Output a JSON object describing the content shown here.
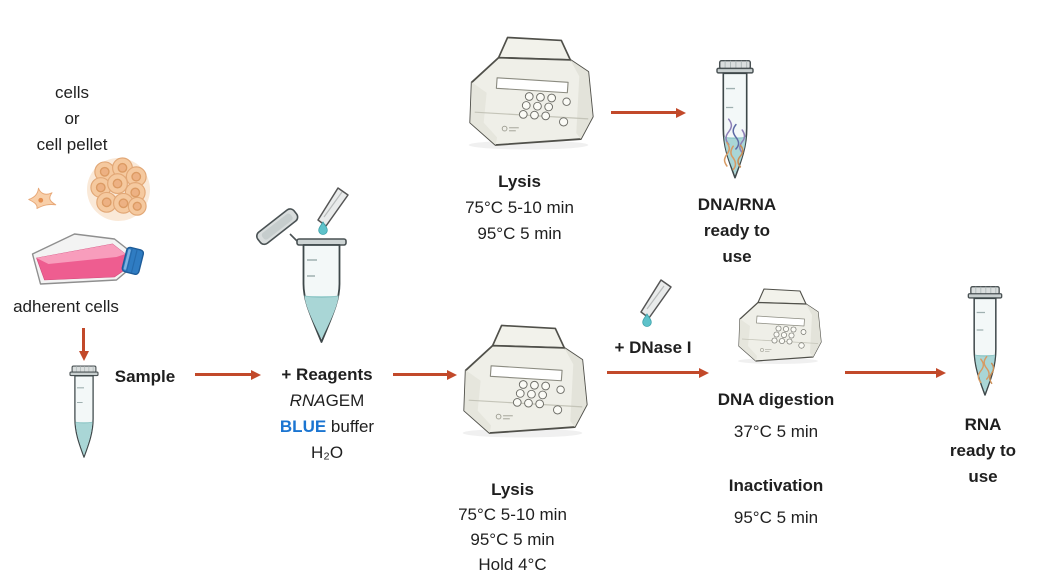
{
  "diagram": {
    "cells_label": {
      "line1": "cells",
      "line2": "or",
      "line3": "cell pellet"
    },
    "adherent_label": "adherent cells",
    "sample_label": "Sample",
    "reagents": {
      "title": "+ Reagents",
      "product_italic": "RNA",
      "product_rest": "GEM",
      "buffer_highlight": "BLUE",
      "buffer_rest": " buffer",
      "water": "H₂O"
    },
    "lysis_top": {
      "title": "Lysis",
      "step1": "75°C 5-10 min",
      "step2": "95°C 5 min"
    },
    "dna_rna_ready": {
      "line1": "DNA/RNA",
      "line2": "ready to",
      "line3": "use"
    },
    "lysis_bottom": {
      "title": "Lysis",
      "step1": "75°C 5-10 min",
      "step2": "95°C 5 min",
      "step3": "Hold 4°C"
    },
    "dnase_label": "+ DNase I",
    "digestion": {
      "title": "DNA digestion",
      "step": "37°C 5 min"
    },
    "inactivation": {
      "title": "Inactivation",
      "step": "95°C 5 min"
    },
    "rna_ready": {
      "line1": "RNA",
      "line2": "ready to",
      "line3": "use"
    }
  },
  "colors": {
    "arrow": "#c2492a",
    "highlight_blue": "#1b75d1",
    "text": "#1f1f1f",
    "tube_liquid": "#a9d6d6",
    "media_pink": "#ee5d90",
    "flask_cap_blue": "#2f7cc2",
    "machine_body": "#efefe8",
    "dna_strand_purple": "#8d7fb8",
    "rna_strand_orange": "#d79a63",
    "drop_teal": "#5ec2ca"
  },
  "icons": [
    "single-cell-icon",
    "cell-cluster-icon",
    "culture-flask-icon",
    "microtube-icon",
    "open-microtube-icon",
    "pipette-tip-icon",
    "reagent-drop-icon",
    "thermocycler-icon",
    "dna-rna-strands-icon",
    "rna-strands-icon",
    "brand-logo-icon",
    "flow-arrow-icon"
  ]
}
